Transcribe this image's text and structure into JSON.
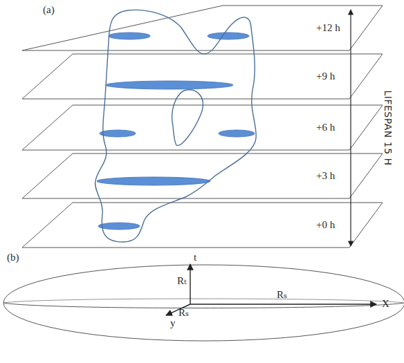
{
  "diagram": {
    "labels": [
      "(a)",
      "+12 h",
      "+9 h",
      "+6 h",
      "+3 h",
      "+0 h",
      "LIFESPAN 15 H",
      "(b)",
      "t",
      "Rₜ",
      "Rₛ",
      "Rₛ",
      "X",
      "y"
    ]
  }
}
